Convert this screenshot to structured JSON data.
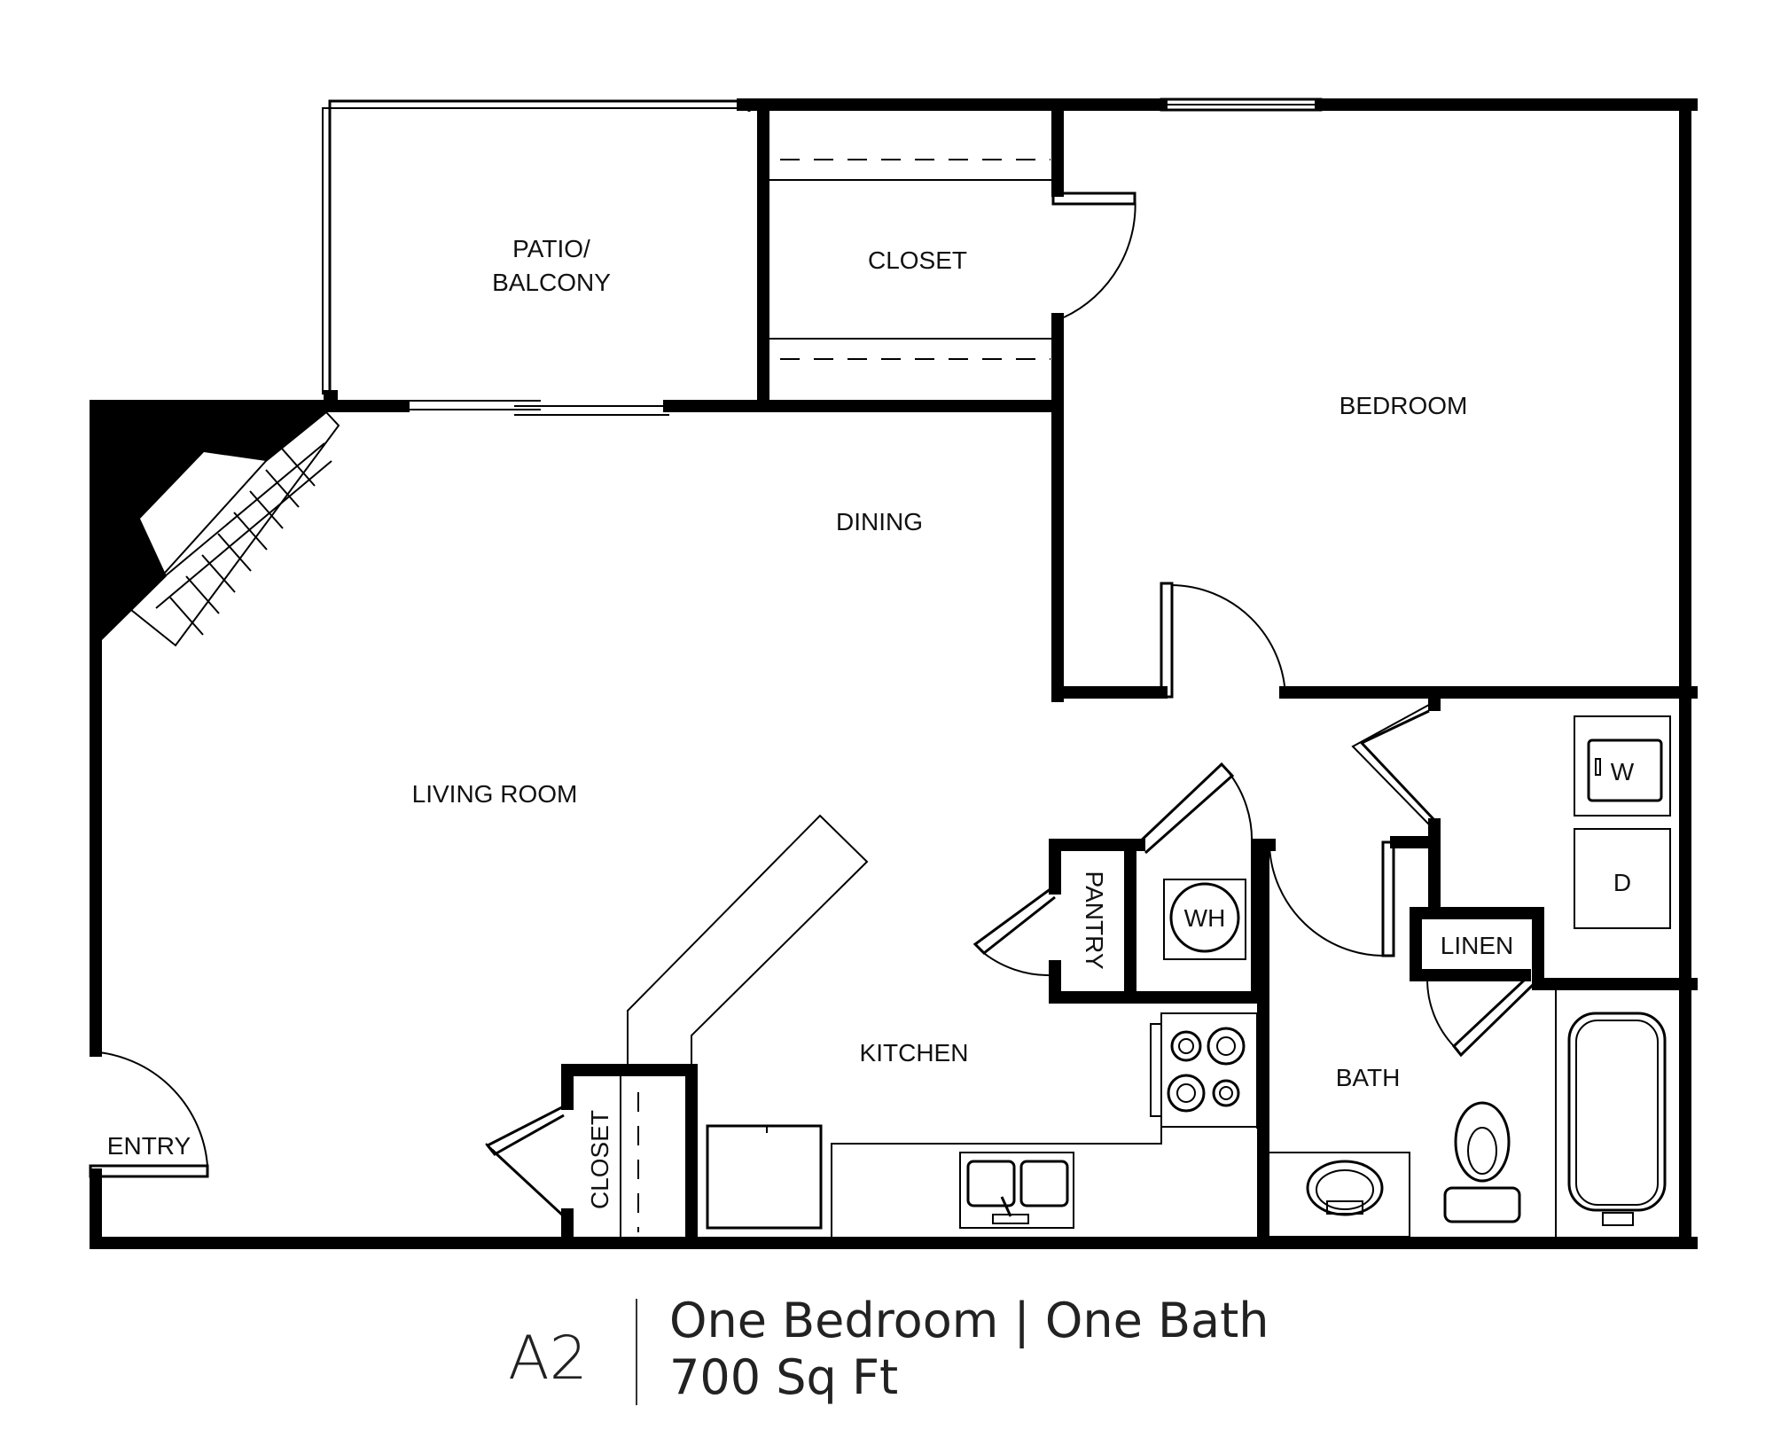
{
  "rooms": {
    "patio": "PATIO/",
    "patio2": "BALCONY",
    "closet_top": "CLOSET",
    "bedroom": "BEDROOM",
    "dining": "DINING",
    "living": "LIVING ROOM",
    "kitchen": "KITCHEN",
    "pantry": "PANTRY",
    "wh": "WH",
    "washer": "W",
    "dryer": "D",
    "linen": "LINEN",
    "bath": "BATH",
    "entry": "ENTRY",
    "closet_bottom": "CLOSET"
  },
  "caption": {
    "unit_code": "A2",
    "separator": "|",
    "line1": "One Bedroom | One Bath",
    "line2": "700 Sq Ft"
  }
}
